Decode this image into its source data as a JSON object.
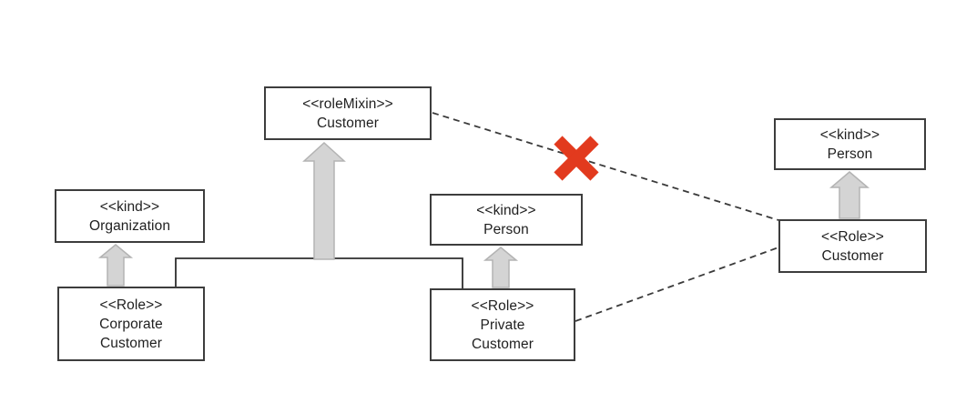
{
  "diagram": {
    "kind": "ontouml-class-diagram",
    "nodes": {
      "role_mixin_customer": {
        "stereotype": "<<roleMixin>>",
        "name": "Customer"
      },
      "kind_organization": {
        "stereotype": "<<kind>>",
        "name": "Organization"
      },
      "role_corporate_customer": {
        "stereotype": "<<Role>>",
        "name_line1": "Corporate",
        "name_line2": "Customer"
      },
      "kind_person_center": {
        "stereotype": "<<kind>>",
        "name": "Person"
      },
      "role_private_customer": {
        "stereotype": "<<Role>>",
        "name_line1": "Private",
        "name_line2": "Customer"
      },
      "kind_person_right": {
        "stereotype": "<<kind>>",
        "name": "Person"
      },
      "role_customer": {
        "stereotype": "<<Role>>",
        "name": "Customer"
      }
    },
    "icons": {
      "red_cross": "forbidden-cross-x"
    },
    "colors": {
      "background": "#ffffff",
      "box_fill": "#ffffff",
      "box_border": "#3d3d3d",
      "text": "#1f1f1f",
      "arrow_fill": "#d4d4d4",
      "arrow_border": "#b3b3b3",
      "connector": "#2e2e2e",
      "dashed_line": "#3a3a3a",
      "cross": "#e23a1e"
    }
  }
}
